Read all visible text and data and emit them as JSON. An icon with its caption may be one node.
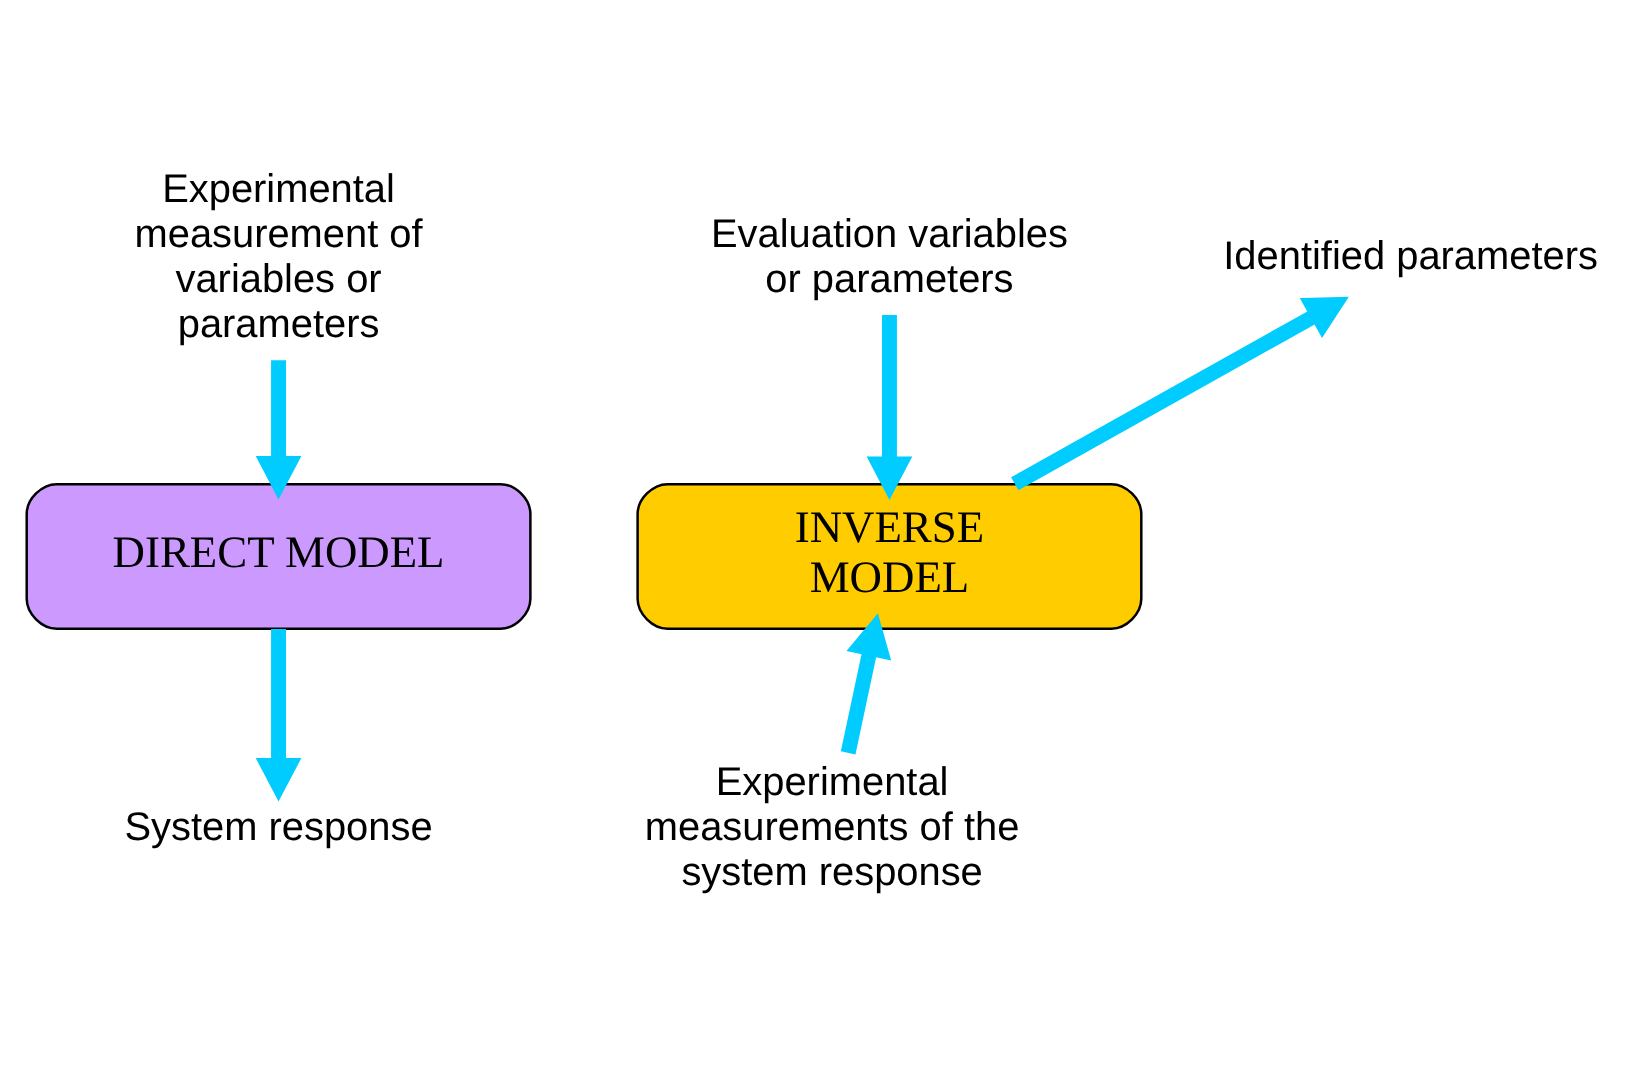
{
  "diagram": {
    "nodes": [
      {
        "text": [
          "Experimental measurement of variables or parameters"
        ]
      },
      {
        "text": [
          "DIRECT MODEL"
        ]
      },
      {
        "text": [
          "System response"
        ]
      },
      {
        "text": [
          "Evaluation variables or parameters"
        ]
      },
      {
        "text": [
          "Identified parameters"
        ]
      },
      {
        "text": [
          "INVERSE MODEL"
        ]
      },
      {
        "text": [
          "Experimental measurements of the system response"
        ]
      }
    ],
    "edges": [
      {
        "from": 0,
        "to": 1,
        "arrow": "to"
      },
      {
        "from": 1,
        "to": 2,
        "arrow": "to"
      },
      {
        "from": 3,
        "to": 5,
        "arrow": "to"
      },
      {
        "from": 5,
        "to": 4,
        "arrow": "to"
      },
      {
        "from": 6,
        "to": 5,
        "arrow": "to"
      }
    ]
  }
}
